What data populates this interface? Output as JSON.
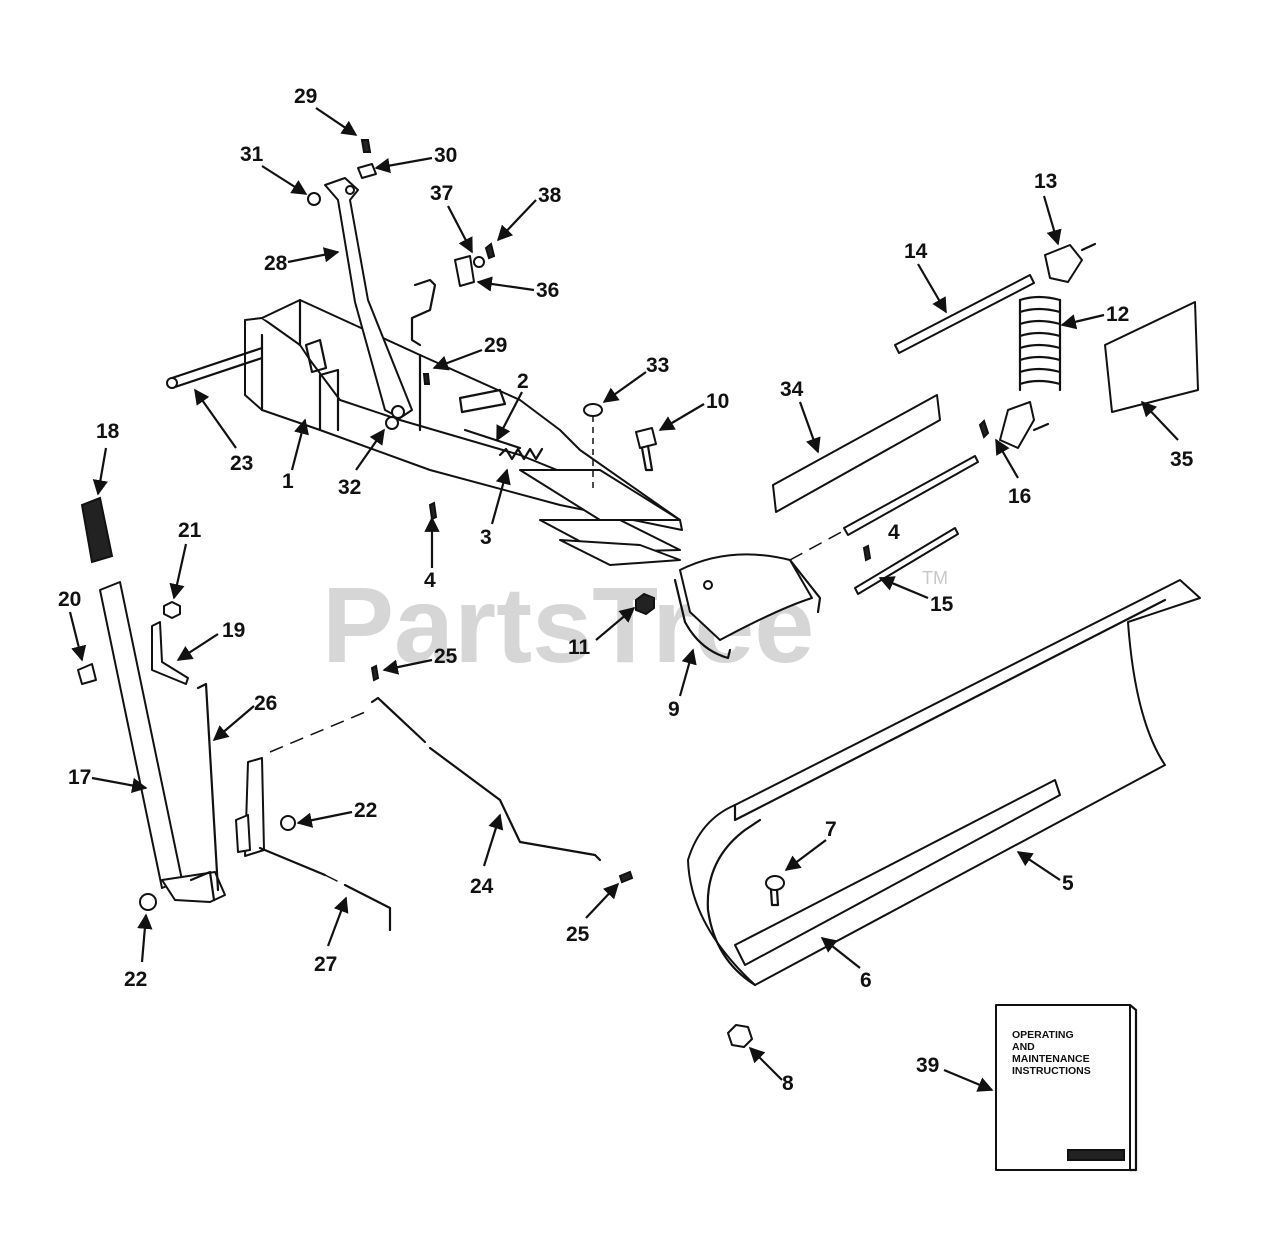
{
  "watermark": {
    "text": "PartsTree",
    "tm": "TM"
  },
  "manual": {
    "line1": "OPERATING",
    "line2": "AND",
    "line3": "MAINTENANCE",
    "line4": "INSTRUCTIONS"
  },
  "callouts": [
    {
      "id": "c1",
      "label": "1"
    },
    {
      "id": "c2",
      "label": "2"
    },
    {
      "id": "c3",
      "label": "3"
    },
    {
      "id": "c4a",
      "label": "4"
    },
    {
      "id": "c4b",
      "label": "4"
    },
    {
      "id": "c5",
      "label": "5"
    },
    {
      "id": "c6",
      "label": "6"
    },
    {
      "id": "c7",
      "label": "7"
    },
    {
      "id": "c8",
      "label": "8"
    },
    {
      "id": "c9",
      "label": "9"
    },
    {
      "id": "c10",
      "label": "10"
    },
    {
      "id": "c11",
      "label": "11"
    },
    {
      "id": "c12",
      "label": "12"
    },
    {
      "id": "c13",
      "label": "13"
    },
    {
      "id": "c14",
      "label": "14"
    },
    {
      "id": "c15",
      "label": "15"
    },
    {
      "id": "c16",
      "label": "16"
    },
    {
      "id": "c17",
      "label": "17"
    },
    {
      "id": "c18",
      "label": "18"
    },
    {
      "id": "c19",
      "label": "19"
    },
    {
      "id": "c20",
      "label": "20"
    },
    {
      "id": "c21",
      "label": "21"
    },
    {
      "id": "c22a",
      "label": "22"
    },
    {
      "id": "c22b",
      "label": "22"
    },
    {
      "id": "c23",
      "label": "23"
    },
    {
      "id": "c24",
      "label": "24"
    },
    {
      "id": "c25a",
      "label": "25"
    },
    {
      "id": "c25b",
      "label": "25"
    },
    {
      "id": "c26",
      "label": "26"
    },
    {
      "id": "c27",
      "label": "27"
    },
    {
      "id": "c28",
      "label": "28"
    },
    {
      "id": "c29a",
      "label": "29"
    },
    {
      "id": "c29b",
      "label": "29"
    },
    {
      "id": "c30",
      "label": "30"
    },
    {
      "id": "c31",
      "label": "31"
    },
    {
      "id": "c32",
      "label": "32"
    },
    {
      "id": "c33",
      "label": "33"
    },
    {
      "id": "c34",
      "label": "34"
    },
    {
      "id": "c35",
      "label": "35"
    },
    {
      "id": "c36",
      "label": "36"
    },
    {
      "id": "c37",
      "label": "37"
    },
    {
      "id": "c38",
      "label": "38"
    },
    {
      "id": "c39",
      "label": "39"
    }
  ]
}
